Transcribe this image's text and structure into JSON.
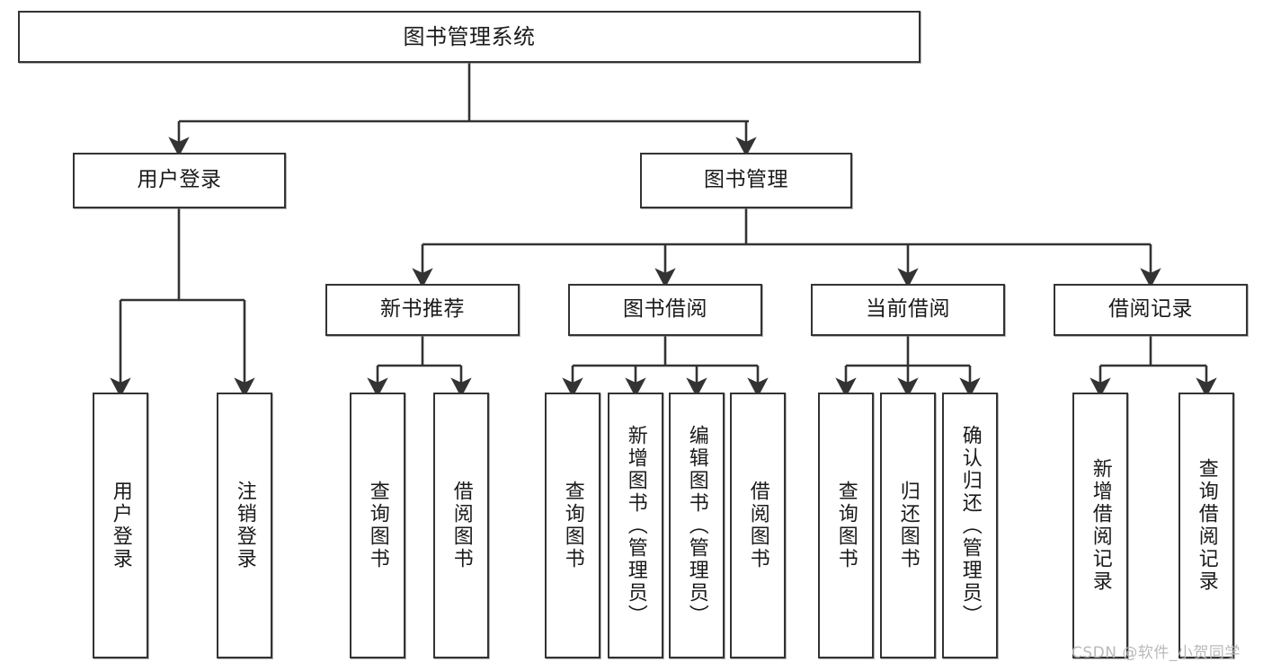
{
  "diagram": {
    "type": "tree",
    "title": "图书管理系统",
    "orientation": "top-down",
    "colors": {
      "box_border": "#333333",
      "box_fill": "#ffffff",
      "edge": "#333333",
      "text": "#1a1a1a",
      "watermark": "#b9b9b9",
      "background": "#ffffff"
    },
    "nodes": {
      "root": {
        "label": "图书管理系统",
        "level": 1,
        "text_direction": "horizontal"
      },
      "user_login": {
        "label": "用户登录",
        "level": 2,
        "text_direction": "horizontal"
      },
      "book_manage": {
        "label": "图书管理",
        "level": 2,
        "text_direction": "horizontal"
      },
      "new_book_rec": {
        "label": "新书推荐",
        "level": 3,
        "text_direction": "horizontal"
      },
      "book_borrow": {
        "label": "图书借阅",
        "level": 3,
        "text_direction": "horizontal"
      },
      "current_borrow": {
        "label": "当前借阅",
        "level": 3,
        "text_direction": "horizontal"
      },
      "borrow_record": {
        "label": "借阅记录",
        "level": 3,
        "text_direction": "horizontal"
      },
      "leaf_user_login": {
        "label": "用户登录",
        "level": 4,
        "text_direction": "vertical"
      },
      "leaf_user_logout": {
        "label": "注销登录",
        "level": 4,
        "text_direction": "vertical"
      },
      "leaf_rec_query": {
        "label": "查询图书",
        "level": 4,
        "text_direction": "vertical"
      },
      "leaf_rec_borrow": {
        "label": "借阅图书",
        "level": 4,
        "text_direction": "vertical"
      },
      "leaf_borrow_query": {
        "label": "查询图书",
        "level": 4,
        "text_direction": "vertical"
      },
      "leaf_borrow_add": {
        "label": "新增图书（管理员）",
        "level": 4,
        "text_direction": "vertical"
      },
      "leaf_borrow_edit": {
        "label": "编辑图书（管理员）",
        "level": 4,
        "text_direction": "vertical"
      },
      "leaf_borrow_do": {
        "label": "借阅图书",
        "level": 4,
        "text_direction": "vertical"
      },
      "leaf_cur_query": {
        "label": "查询图书",
        "level": 4,
        "text_direction": "vertical"
      },
      "leaf_cur_return": {
        "label": "归还图书",
        "level": 4,
        "text_direction": "vertical"
      },
      "leaf_cur_confirm": {
        "label": "确认归还（管理员）",
        "level": 4,
        "text_direction": "vertical"
      },
      "leaf_rec_add": {
        "label": "新增借阅记录",
        "level": 4,
        "text_direction": "vertical"
      },
      "leaf_rec_search": {
        "label": "查询借阅记录",
        "level": 4,
        "text_direction": "vertical"
      }
    },
    "edges": [
      {
        "from": "root",
        "to": "user_login"
      },
      {
        "from": "root",
        "to": "book_manage"
      },
      {
        "from": "book_manage",
        "to": "new_book_rec"
      },
      {
        "from": "book_manage",
        "to": "book_borrow"
      },
      {
        "from": "book_manage",
        "to": "current_borrow"
      },
      {
        "from": "book_manage",
        "to": "borrow_record"
      },
      {
        "from": "user_login",
        "to": "leaf_user_login"
      },
      {
        "from": "user_login",
        "to": "leaf_user_logout"
      },
      {
        "from": "new_book_rec",
        "to": "leaf_rec_query"
      },
      {
        "from": "new_book_rec",
        "to": "leaf_rec_borrow"
      },
      {
        "from": "book_borrow",
        "to": "leaf_borrow_query"
      },
      {
        "from": "book_borrow",
        "to": "leaf_borrow_add"
      },
      {
        "from": "book_borrow",
        "to": "leaf_borrow_edit"
      },
      {
        "from": "book_borrow",
        "to": "leaf_borrow_do"
      },
      {
        "from": "current_borrow",
        "to": "leaf_cur_query"
      },
      {
        "from": "current_borrow",
        "to": "leaf_cur_return"
      },
      {
        "from": "current_borrow",
        "to": "leaf_cur_confirm"
      },
      {
        "from": "borrow_record",
        "to": "leaf_rec_add"
      },
      {
        "from": "borrow_record",
        "to": "leaf_rec_search"
      }
    ]
  },
  "watermark": {
    "text": "CSDN @软件_小贺同学"
  }
}
